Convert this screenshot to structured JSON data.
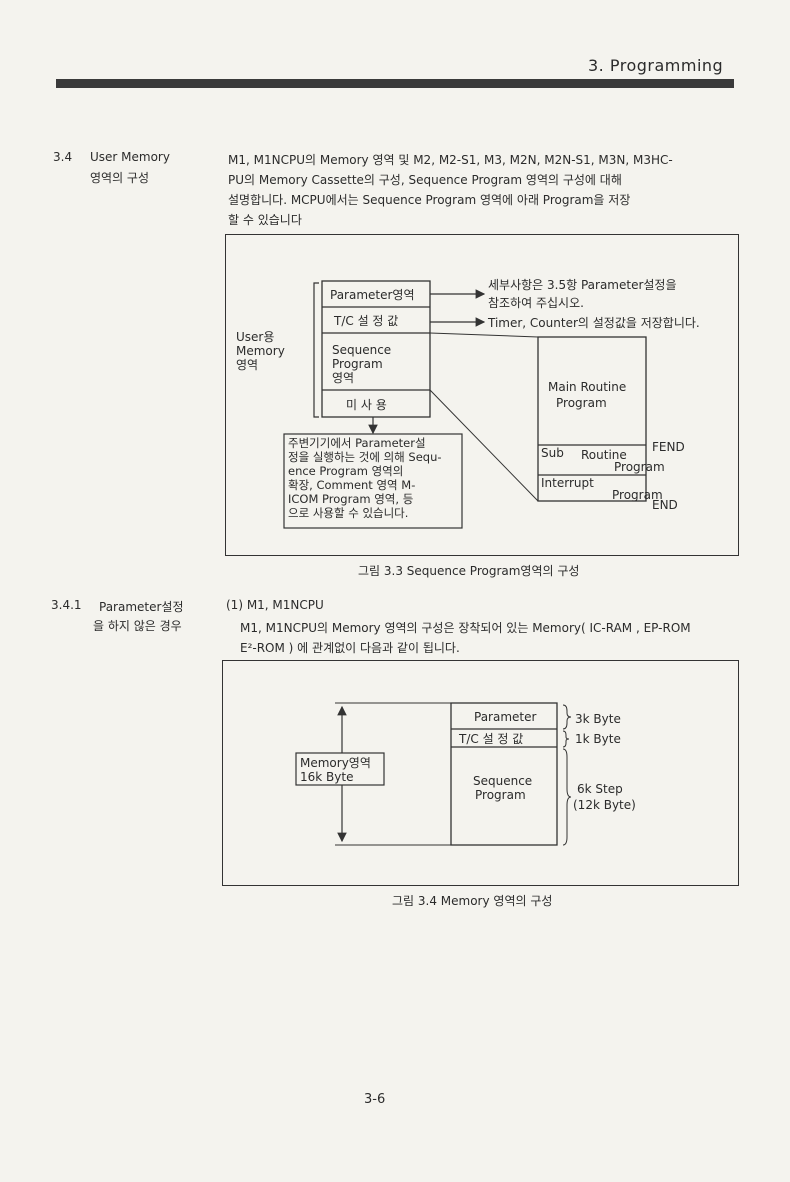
{
  "header": {
    "title": "3. Programming"
  },
  "section_34": {
    "number": "3.4",
    "title_line1": "User Memory",
    "title_line2": "영역의 구성",
    "paragraph": [
      "M1, M1NCPU의 Memory 영역 및 M2, M2-S1, M3, M2N, M2N-S1, M3N, M3HC-",
      "PU의 Memory Cassette의 구성, Sequence Program 영역의 구성에 대해",
      "설명합니다. MCPU에서는 Sequence Program 영역에 아래 Program을 저장",
      "할 수 있습니다"
    ]
  },
  "figure_33": {
    "user_memory_label": [
      "User용",
      "Memory",
      "영역"
    ],
    "cells": {
      "parameter": "Parameter영역",
      "tc": "T/C 설 정 값",
      "sequence": [
        "Sequence",
        "Program",
        "영역"
      ],
      "unused": "미 사 용"
    },
    "notes": {
      "parameter_note": [
        "세부사항은 3.5항 Parameter설정을",
        "참조하여 주십시오."
      ],
      "tc_note": "Timer, Counter의 설정값을 저장합니다.",
      "unused_note": [
        "주변기기에서 Parameter설",
        "정을 실행하는 것에 의해 Sequ-",
        "ence Program 영역의",
        "확장, Comment 영역 M-",
        "ICOM Program 영역, 등",
        "으로 사용할 수 있습니다."
      ]
    },
    "program_blocks": {
      "main": [
        "Main Routine",
        "Program"
      ],
      "sub": [
        "Sub",
        "Routine",
        "Program"
      ],
      "interrupt": [
        "Interrupt",
        "Program"
      ],
      "fend": "FEND",
      "end": "END"
    },
    "caption": "그림 3.3 Sequence Program영역의 구성"
  },
  "section_341": {
    "number": "3.4.1",
    "title_line1": "Parameter설정",
    "title_line2": "을 하지 않은 경우",
    "subtitle": "(1) M1, M1NCPU",
    "paragraph": [
      "M1, M1NCPU의 Memory 영역의 구성은 장착되어 있는 Memory( IC-RAM , EP-ROM",
      "E²-ROM ) 에 관계없이 다음과 같이 됩니다."
    ]
  },
  "figure_34": {
    "memory_label": [
      "Memory영역",
      "16k Byte"
    ],
    "cells": {
      "parameter": "Parameter",
      "tc": "T/C 설 정 값",
      "sequence": [
        "Sequence",
        "Program"
      ]
    },
    "sizes": {
      "parameter": "3k Byte",
      "tc": "1k Byte",
      "sequence": [
        "6k Step",
        "(12k Byte)"
      ]
    },
    "caption": "그림 3.4 Memory 영역의 구성"
  },
  "footer": {
    "page_number": "3-6"
  }
}
